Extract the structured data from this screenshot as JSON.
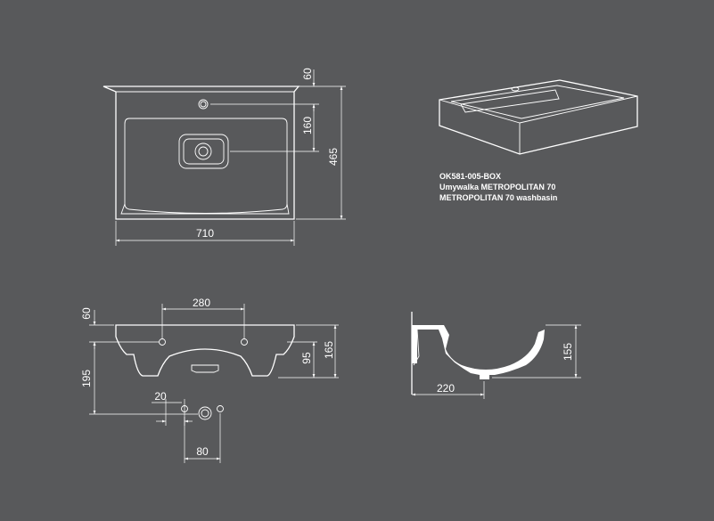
{
  "caption": {
    "code": "OK581-005-BOX",
    "name_pl": "Umywalka METROPOLITAN 70",
    "name_en": "METROPOLITAN 70 washbasin"
  },
  "top_view": {
    "dim_width": "710",
    "dim_top": "60",
    "dim_drain": "160",
    "dim_depth": "465"
  },
  "front_view": {
    "dim_top": "60",
    "dim_holes": "280",
    "dim_95": "95",
    "dim_165": "165",
    "dim_195": "195",
    "dim_20": "20",
    "dim_80": "80"
  },
  "side_view": {
    "dim_height": "155",
    "dim_depth": "220"
  },
  "colors": {
    "background": "#58595b",
    "line": "#ffffff"
  }
}
